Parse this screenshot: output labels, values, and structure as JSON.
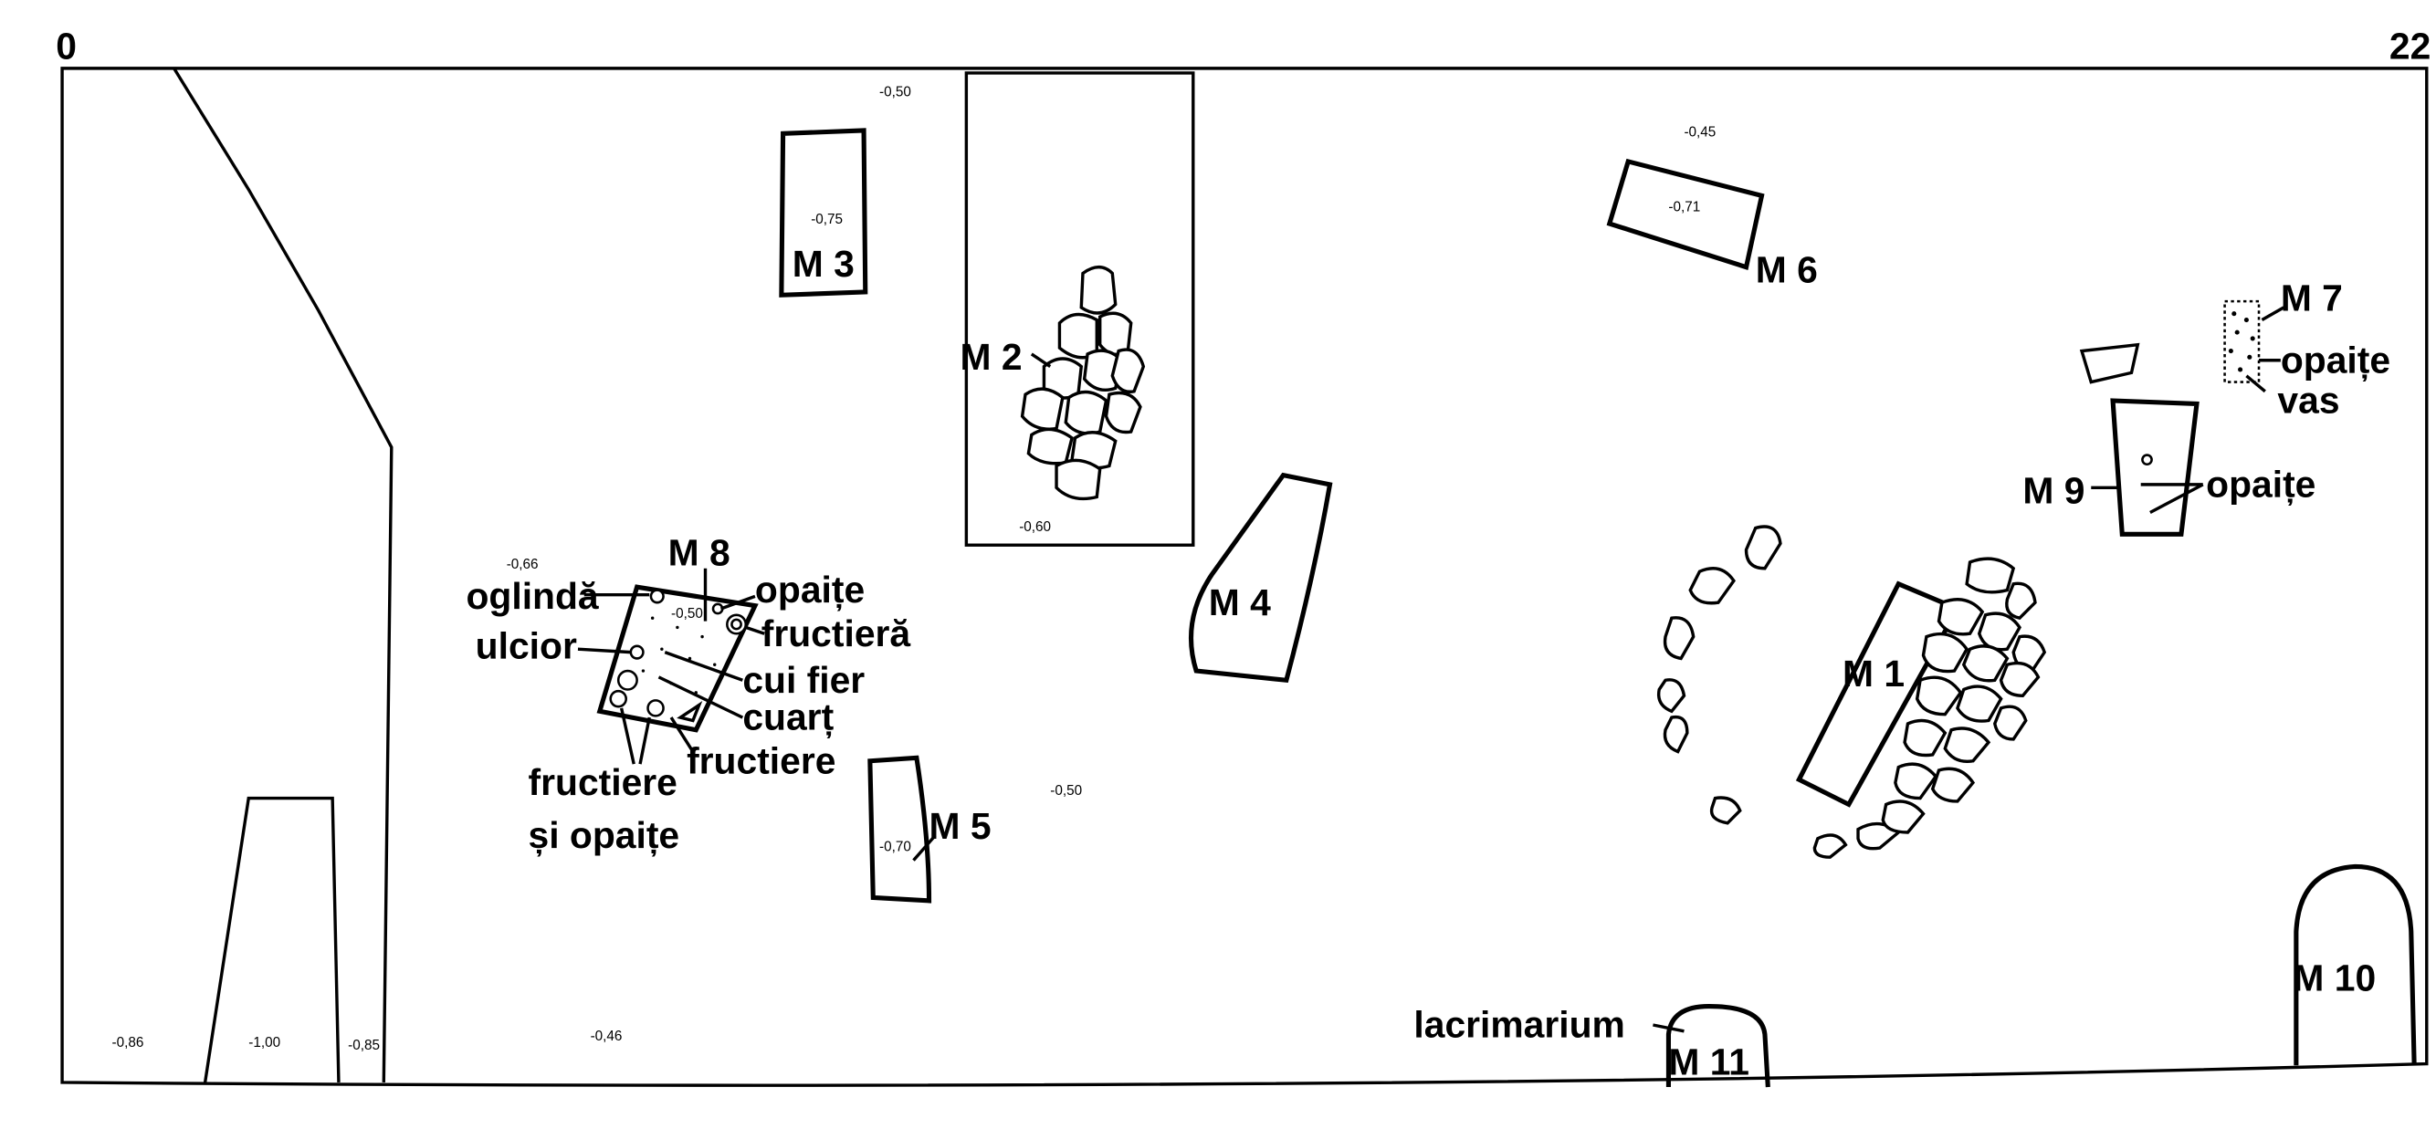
{
  "scale": {
    "start": "0",
    "end": "22"
  },
  "tombs": {
    "m1": "M 1",
    "m2": "M 2",
    "m3": "M 3",
    "m4": "M 4",
    "m5": "M 5",
    "m6": "M 6",
    "m7": "M 7",
    "m8": "M 8",
    "m9": "M 9",
    "m10": "M 10",
    "m11": "M 11"
  },
  "finds": {
    "oglinda": "oglindă",
    "ulcior": "ulcior",
    "opaite_m8": "opaițe",
    "fructiera": "fructieră",
    "cui_fier": "cui fier",
    "cuart": "cuarț",
    "fructiere": "fructiere",
    "fructiere_si_line1": "fructiere",
    "fructiere_si_line2": "și opaițe",
    "opaite_m7": "opaițe",
    "vas": "vas",
    "opaite_m9": "opaițe",
    "lacrimarium": "lacrimarium"
  },
  "elevations": {
    "e1": "-0,50",
    "e2": "-0,75",
    "e3": "-0,60",
    "e4": "-0,45",
    "e5": "-0,71",
    "e6": "-0,66",
    "e7": "-0,50",
    "e8": "-0,70",
    "e9": "-0,50",
    "e10": "-0,86",
    "e11": "-1,00",
    "e12": "-0,85",
    "e13": "-0,46"
  }
}
